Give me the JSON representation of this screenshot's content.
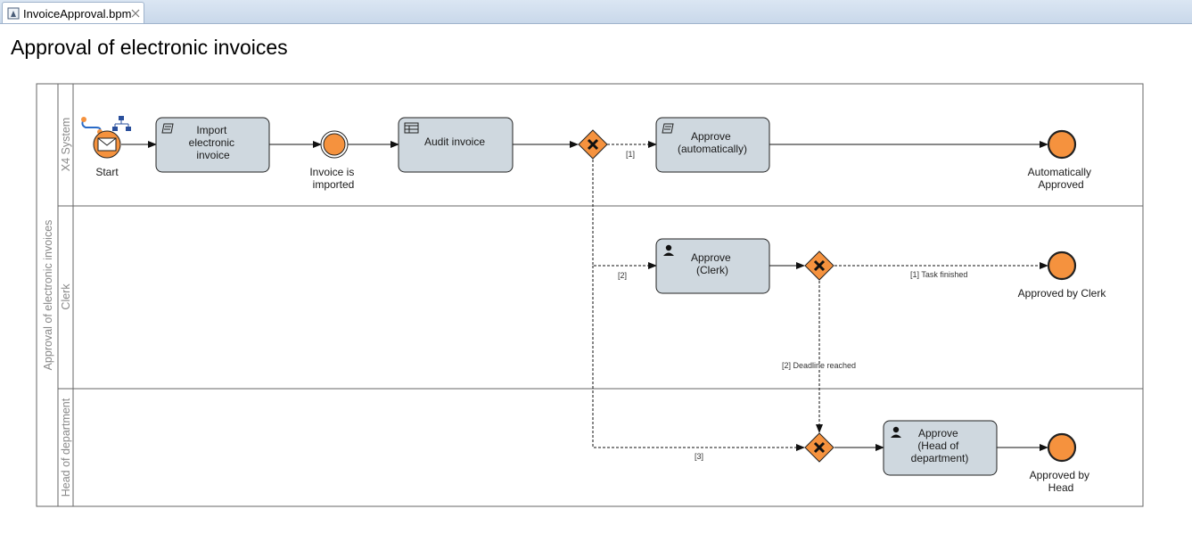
{
  "tab": {
    "label": "InvoiceApproval.bpm"
  },
  "page": {
    "title": "Approval of electronic invoices"
  },
  "pool": {
    "label": "Approval of electronic invoices"
  },
  "lanes": [
    {
      "label": "X4 System"
    },
    {
      "label": "Clerk"
    },
    {
      "label": "Head of department"
    }
  ],
  "nodes": {
    "start": {
      "lines": [
        "Start"
      ]
    },
    "import": {
      "lines": [
        "Import",
        "electronic",
        "invoice"
      ]
    },
    "imported_event": {
      "lines": [
        "Invoice is",
        "imported"
      ]
    },
    "audit": {
      "lines": [
        "Audit invoice"
      ]
    },
    "approve_auto": {
      "lines": [
        "Approve",
        "(automatically)"
      ]
    },
    "auto_end": {
      "lines": [
        "Automatically",
        "Approved"
      ]
    },
    "approve_clerk": {
      "lines": [
        "Approve",
        "(Clerk)"
      ]
    },
    "clerk_end": {
      "lines": [
        "Approved by Clerk"
      ]
    },
    "approve_head": {
      "lines": [
        "Approve",
        "(Head of",
        "department)"
      ]
    },
    "head_end": {
      "lines": [
        "Approved by",
        "Head"
      ]
    }
  },
  "flows": {
    "cond_1": "[1]",
    "cond_2": "[2]",
    "cond_3": "[3]",
    "task_finished": "[1] Task finished",
    "deadline_reached": "[2] Deadline reached"
  },
  "colors": {
    "task_fill": "#cfd8df",
    "event_fill": "#f5923e",
    "gateway_fill": "#f5923e",
    "stroke": "#222222",
    "lane_border": "#666666"
  }
}
